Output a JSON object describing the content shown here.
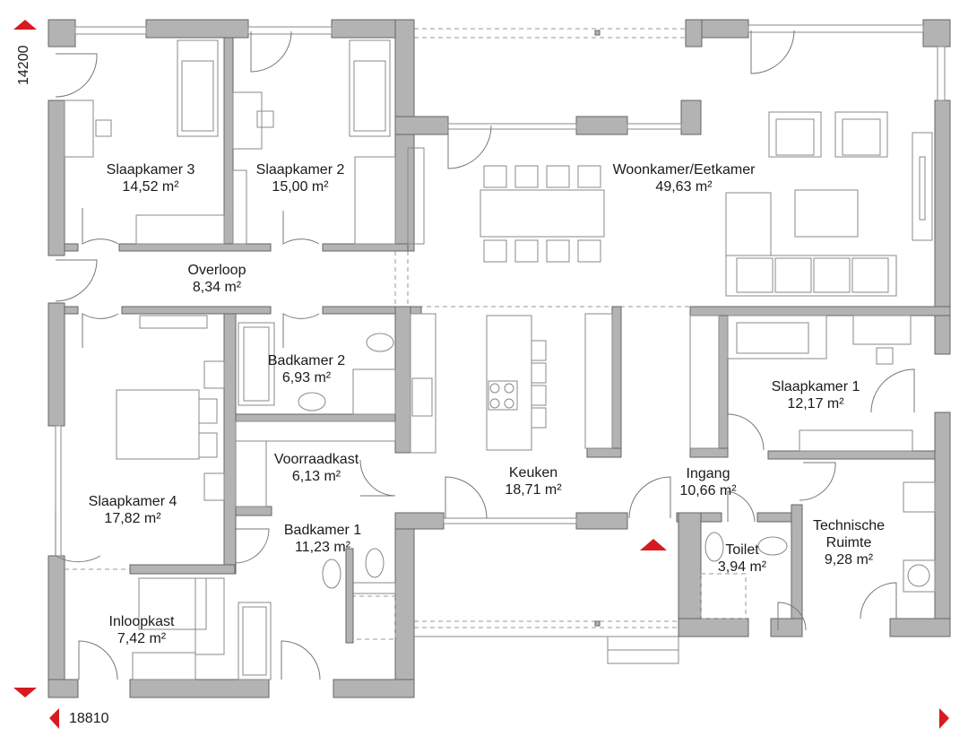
{
  "dimensions": {
    "height": "14200",
    "width": "18810"
  },
  "rooms": [
    {
      "name": "Slaapkamer 3",
      "area": "14,52 m²"
    },
    {
      "name": "Slaapkamer 2",
      "area": "15,00 m²"
    },
    {
      "name": "Woonkamer/Eetkamer",
      "area": "49,63 m²"
    },
    {
      "name": "Overloop",
      "area": "8,34 m²"
    },
    {
      "name": "Badkamer 2",
      "area": "6,93 m²"
    },
    {
      "name": "Slaapkamer 1",
      "area": "12,17 m²"
    },
    {
      "name": "Voorraadkast",
      "area": "6,13 m²"
    },
    {
      "name": "Keuken",
      "area": "18,71 m²"
    },
    {
      "name": "Ingang",
      "area": "10,66 m²"
    },
    {
      "name": "Slaapkamer 4",
      "area": "17,82 m²"
    },
    {
      "name": "Badkamer 1",
      "area": "11,23 m²"
    },
    {
      "name": "Toilet",
      "area": "3,94 m²"
    },
    {
      "name": "Technische Ruimte",
      "area": "9,28 m²"
    },
    {
      "name": "Inloopkast",
      "area": "7,42 m²"
    }
  ],
  "colors": {
    "wall": "#b3b3b3",
    "marker": "#d71920"
  }
}
